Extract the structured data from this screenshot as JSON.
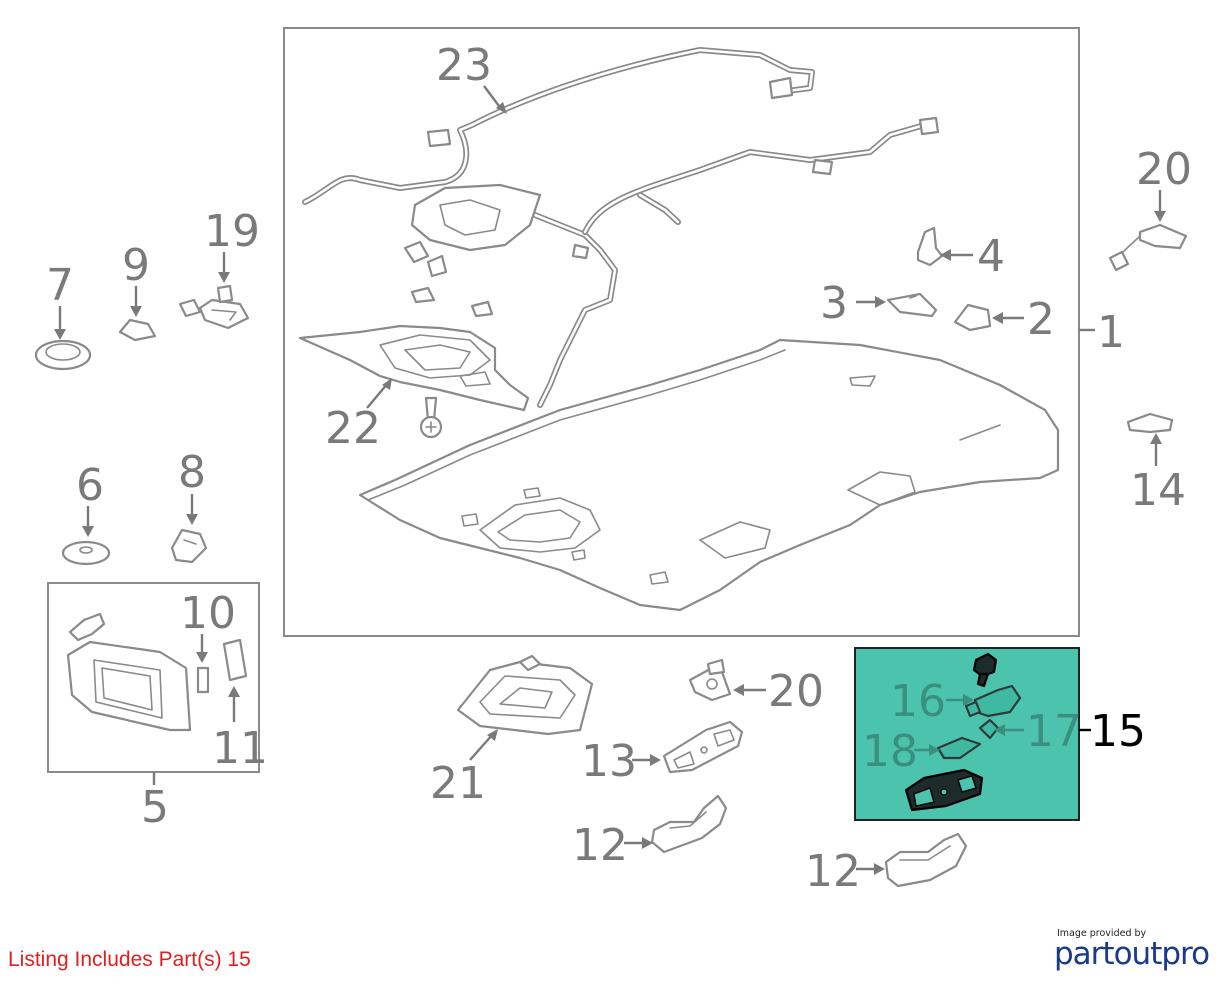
{
  "listing_text": "Listing Includes Part(s) 15",
  "credit": {
    "provided_by": "Image provided by",
    "brand": "partoutpro"
  },
  "colors": {
    "highlight_fill": "#4cc3ad",
    "listing_text": "#e02020",
    "brand": "#1a3a8c",
    "callout_gray": "#7a7a7a"
  },
  "callouts": {
    "n1": "1",
    "n2": "2",
    "n3": "3",
    "n4": "4",
    "n5": "5",
    "n6": "6",
    "n7": "7",
    "n8": "8",
    "n9": "9",
    "n10": "10",
    "n11": "11",
    "n12a": "12",
    "n12b": "12",
    "n13": "13",
    "n14": "14",
    "n15": "15",
    "n16": "16",
    "n17": "17",
    "n18": "18",
    "n19": "19",
    "n20a": "20",
    "n20b": "20",
    "n21": "21",
    "n22": "22",
    "n23": "23"
  }
}
